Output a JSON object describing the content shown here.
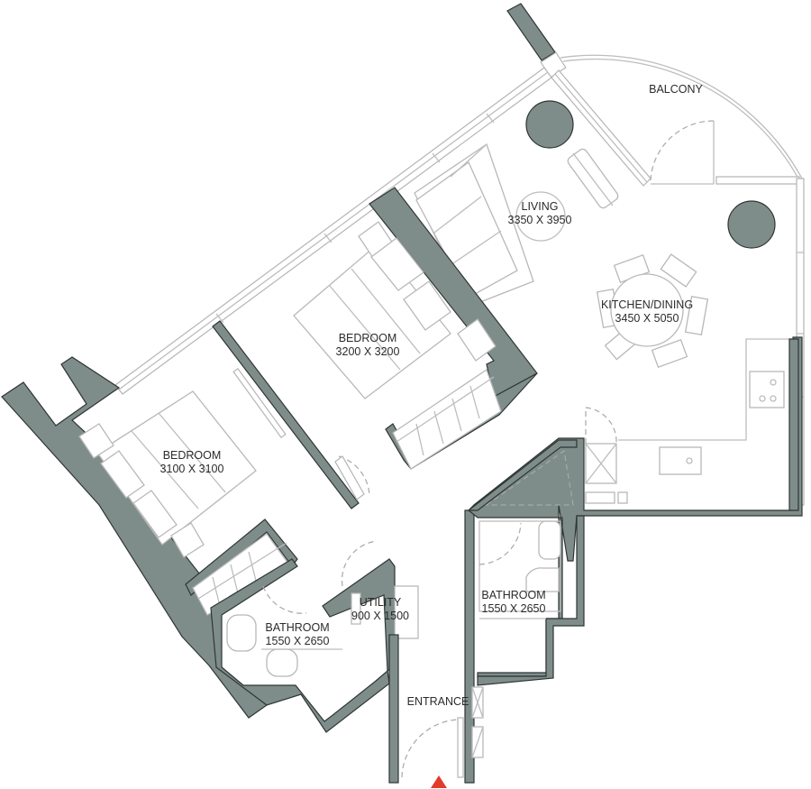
{
  "plan": {
    "type": "apartment floor plan",
    "wall_color": "#7e8d8a",
    "entry_marker_color": "#e03b2c",
    "rooms": [
      {
        "id": "balcony",
        "name": "BALCONY",
        "size": ""
      },
      {
        "id": "living",
        "name": "LIVING",
        "size": "3350 X 3950"
      },
      {
        "id": "kitchen_dining",
        "name": "KITCHEN/DINING",
        "size": "3450 X 5050"
      },
      {
        "id": "bedroom_1",
        "name": "BEDROOM",
        "size": "3200 X 3200"
      },
      {
        "id": "bedroom_2",
        "name": "BEDROOM",
        "size": "3100 X 3100"
      },
      {
        "id": "bathroom_1",
        "name": "BATHROOM",
        "size": "1550 X 2650"
      },
      {
        "id": "utility",
        "name": "UTILITY",
        "size": "900 X 1500"
      },
      {
        "id": "bathroom_2",
        "name": "BATHROOM",
        "size": "1550 X 2650"
      },
      {
        "id": "entrance",
        "name": "ENTRANCE",
        "size": ""
      }
    ]
  }
}
